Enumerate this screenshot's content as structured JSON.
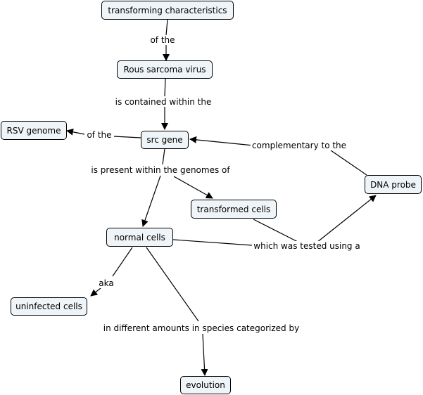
{
  "nodes": {
    "transforming": "transforming characteristics",
    "rsv": "Rous sarcoma virus",
    "src": "src gene",
    "rsv_genome": "RSV genome",
    "dna_probe": "DNA probe",
    "transformed": "transformed cells",
    "normal": "normal cells",
    "uninfected": "uninfected cells",
    "evolution": "evolution"
  },
  "links": {
    "of_the_1": "of the",
    "contained": "is contained within the",
    "of_the_2": "of the",
    "complementary": "complementary to the",
    "present_within": "is present within the genomes of",
    "tested_using": "which was tested using a",
    "aka": "aka",
    "different_amounts": "in different amounts in species categorized by"
  }
}
